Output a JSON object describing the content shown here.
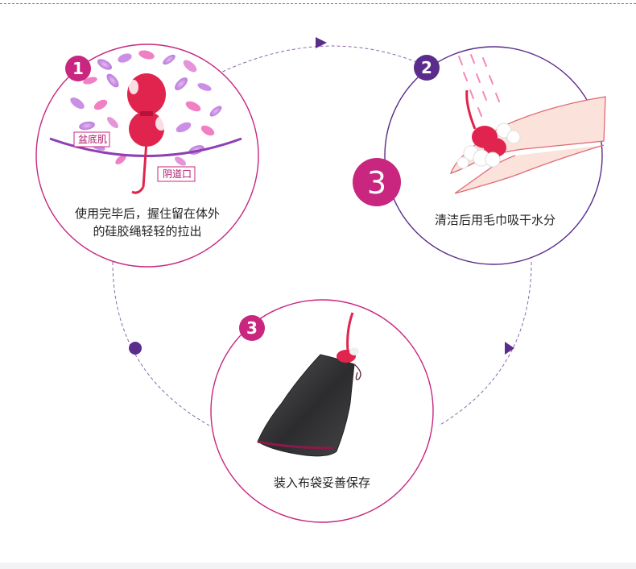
{
  "steps": [
    {
      "badge": "1",
      "caption_line1": "使用完毕后，握住留在体外",
      "caption_line2": "的硅胶绳轻轻的拉出",
      "label_pelvic": "盆底肌",
      "label_vaginal": "阴道口",
      "color": "#c8267f"
    },
    {
      "badge": "2",
      "caption_line1": "清洁后用毛巾吸干水分",
      "color": "#5a2d8c"
    },
    {
      "badge": "3",
      "caption_line1": "装入布袋妥善保存",
      "color": "#c8267f"
    }
  ],
  "overlay_number": "3",
  "colors": {
    "magenta": "#c8267f",
    "purple": "#5a2d8c",
    "device_red": "#e0244e",
    "bag": "#3a3a3c"
  }
}
